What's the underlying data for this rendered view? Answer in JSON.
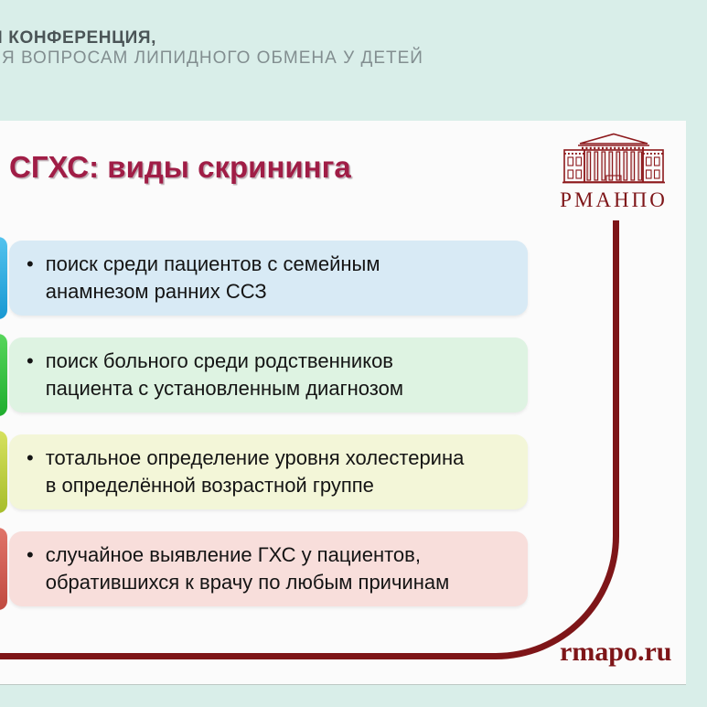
{
  "header": {
    "line1_prefix": "Я",
    "line1": "КОНФЕРЕНЦИЯ,",
    "line2": "Я ВОПРОСАМ ЛИПИДНОГО ОБМЕНА У ДЕТЕЙ"
  },
  "slide": {
    "title": "СГХС: виды скрининга",
    "bullet": "•",
    "items": [
      {
        "lines": [
          "поиск среди пациентов с семейным",
          "анамнезом ранних ССЗ"
        ],
        "fill": "#d8eaf5",
        "tab_light": "#53c3ee",
        "tab_dark": "#1898d2"
      },
      {
        "lines": [
          "поиск больного среди родственников",
          "пациента с установленным диагнозом"
        ],
        "fill": "#def3e2",
        "tab_light": "#58d65c",
        "tab_dark": "#1fad2e"
      },
      {
        "lines": [
          "тотальное определение уровня холестерина",
          "в определённой возрастной группе"
        ],
        "fill": "#f3f6d8",
        "tab_light": "#d6e15e",
        "tab_dark": "#a7bd2c"
      },
      {
        "lines": [
          "случайное выявление ГХС у пациентов,",
          "обратившихся к врачу по любым причинам"
        ],
        "fill": "#f8dedb",
        "tab_light": "#e0756a",
        "tab_dark": "#c04a40"
      }
    ],
    "logo": {
      "org": "РМАНПО",
      "site": "rmapo.ru"
    },
    "colors": {
      "page_bg": "#d9eee9",
      "slide_bg": "#fbfbfb",
      "title": "#a01d46",
      "maroon": "#7e1518",
      "header_line1": "#4b5557",
      "header_line2": "#828e90",
      "text": "#141414"
    }
  }
}
